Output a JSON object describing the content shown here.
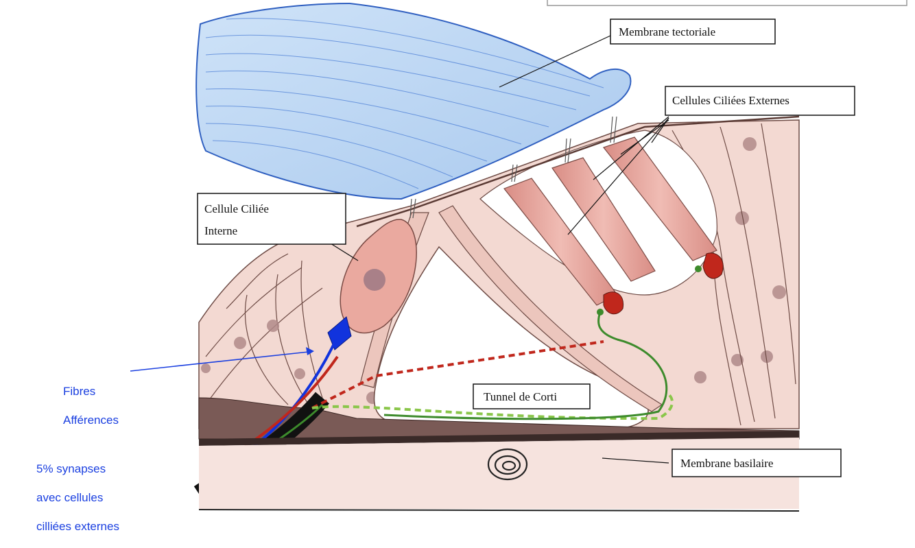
{
  "labels": {
    "tectorial": "Membrane tectoriale",
    "outer_hair_cells": "Cellules Ciliées Externes",
    "inner_hair_cell_line1": "Cellule Ciliée",
    "inner_hair_cell_line2": "Interne",
    "tunnel": "Tunnel de Corti",
    "basilar": "Membrane basilaire"
  },
  "annotations": {
    "afferent_fibers_line1": "Fibres",
    "afferent_fibers_line2": "Afférences",
    "synapses_line1": "5% synapses",
    "synapses_line2": "avec cellules",
    "synapses_line3": "cilliées externes"
  },
  "colors": {
    "annotation_text": "#1a3fe0",
    "tectorial_fill": "#bcd8f5",
    "tissue": "#f3d9d2",
    "hair_cell": "#e8a9a0",
    "afferent": "#1133dd",
    "efferent_red": "#c0271c",
    "efferent_green": "#3d8b2c"
  }
}
